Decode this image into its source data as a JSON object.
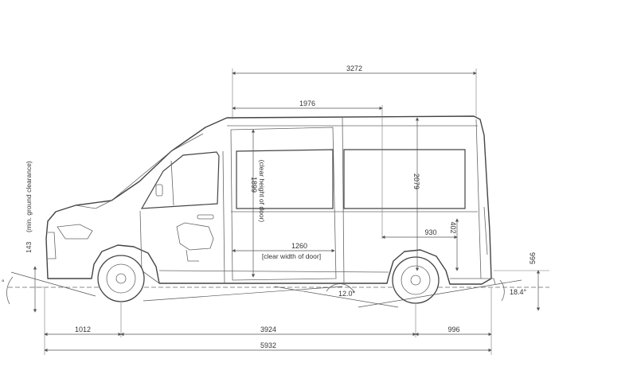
{
  "dimensions": {
    "roof_length": "3272",
    "door_top_length": "1976",
    "door_clear_height": "1899",
    "door_clear_height_note": "(clear height of door)",
    "interior_height": "2079",
    "rear_step_width": "930",
    "rear_step_height": "402",
    "door_clear_width": "1260",
    "door_clear_width_note": "[clear width of door]",
    "ground_clearance": "143",
    "ground_clearance_note": "(min. ground clearance)",
    "rear_sill_height": "566",
    "front_overhang": "1012",
    "wheelbase": "3924",
    "rear_overhang": "996",
    "overall_length": "5932",
    "ramp_angle": "12.0°",
    "departure_angle": "18.4°",
    "approach_angle": "°"
  },
  "colors": {
    "line": "#444444",
    "background": "#ffffff"
  }
}
